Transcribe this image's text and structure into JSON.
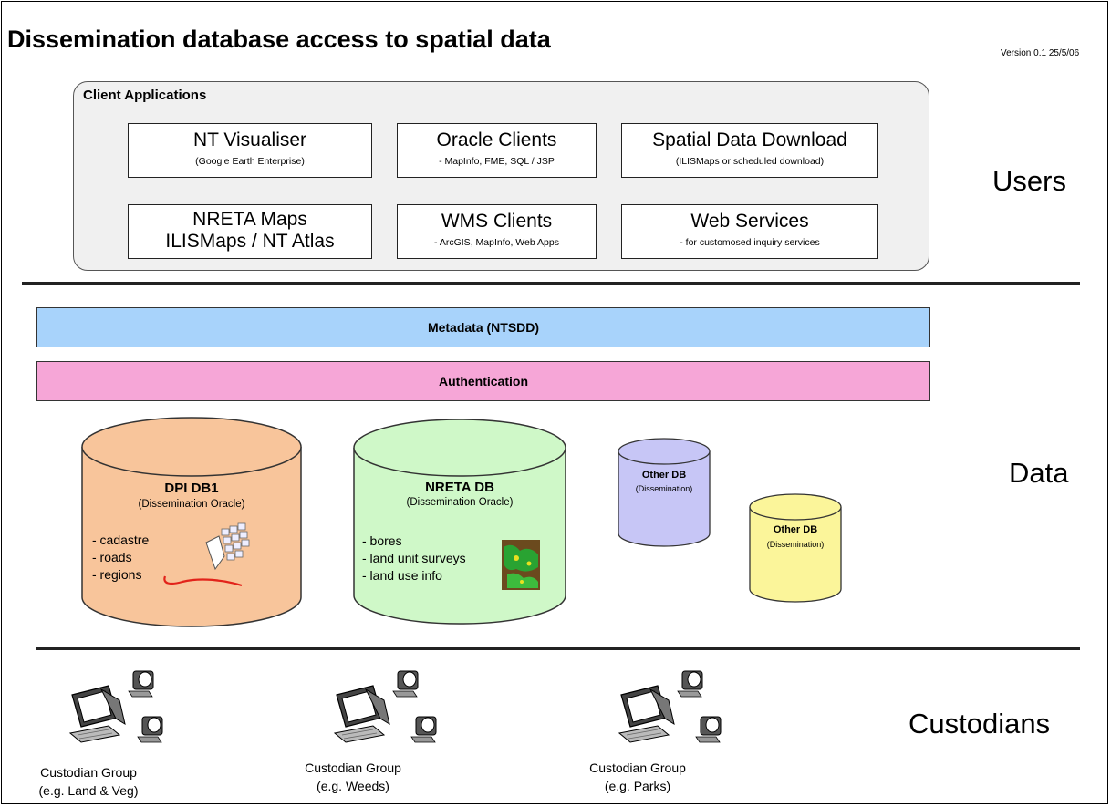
{
  "title": "Dissemination database access to spatial data",
  "version": "Version 0.1 25/5/06",
  "layers": {
    "users": "Users",
    "data": "Data",
    "custodians": "Custodians"
  },
  "client_applications": {
    "heading": "Client  Applications",
    "apps": [
      {
        "title": "NT Visualiser",
        "subtitle": "(Google Earth Enterprise)"
      },
      {
        "title": "Oracle Clients",
        "subtitle": "- MapInfo, FME, SQL / JSP"
      },
      {
        "title": "Spatial Data Download",
        "subtitle": "(ILISMaps or scheduled download)"
      },
      {
        "title": "NRETA Maps\nILISMaps / NT Atlas",
        "subtitle": ""
      },
      {
        "title": "WMS Clients",
        "subtitle": "- ArcGIS, MapInfo, Web Apps"
      },
      {
        "title": "Web Services",
        "subtitle": "- for customosed inquiry services"
      }
    ]
  },
  "bars": {
    "metadata": "Metadata (NTSDD)",
    "authentication": "Authentication"
  },
  "databases": [
    {
      "name": "DPI DB1",
      "subtitle": "(Dissemination Oracle)",
      "items": [
        "- cadastre",
        "- roads",
        "- regions"
      ],
      "color": "#f8c59b"
    },
    {
      "name": "NRETA DB",
      "subtitle": "(Dissemination Oracle)",
      "items": [
        "- bores",
        "- land unit surveys",
        "- land use info"
      ],
      "color": "#cff8c8"
    },
    {
      "name": "Other DB",
      "subtitle": "(Dissemination)",
      "items": [],
      "color": "#c7c6f6"
    },
    {
      "name": "Other DB",
      "subtitle": "(Dissemination)",
      "items": [],
      "color": "#fbf59a"
    }
  ],
  "custodians": [
    {
      "line1": "Custodian Group",
      "line2": "(e.g. Land & Veg)"
    },
    {
      "line1": "Custodian Group",
      "line2": "(e.g. Weeds)"
    },
    {
      "line1": "Custodian Group",
      "line2": "(e.g. Parks)"
    }
  ],
  "colors": {
    "metadata_bar": "#a8d3fb",
    "authentication_bar": "#f6a6d7",
    "client_panel": "#f0f0f0"
  },
  "icons": [
    "computer-network-icon",
    "pencil-sketch-icon",
    "map-thumbnail-icon"
  ]
}
